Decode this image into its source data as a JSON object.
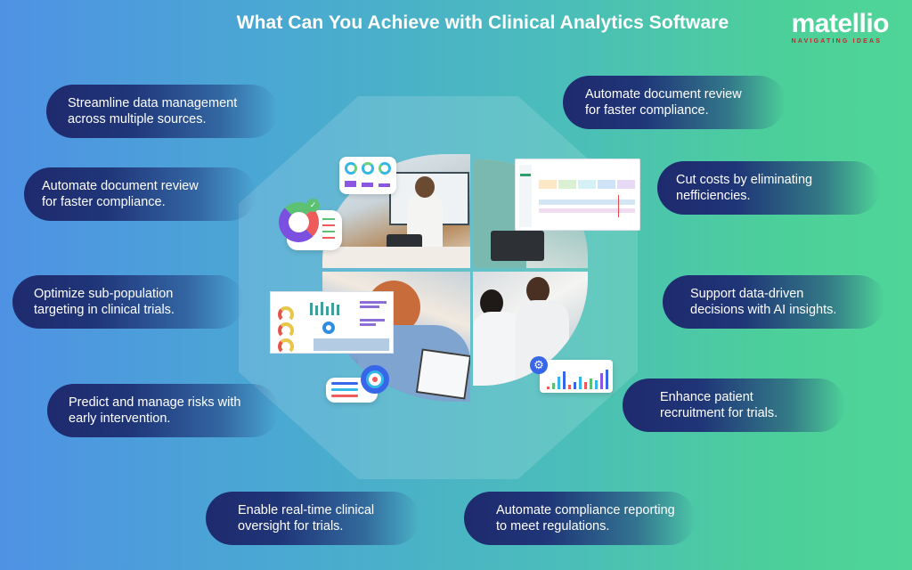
{
  "header": {
    "title": "What Can You Achieve with Clinical Analytics Software"
  },
  "logo": {
    "wordmark": "matellio",
    "tagline": "NAVIGATING IDEAS",
    "accent_color": "#c0272d"
  },
  "colors": {
    "background_start": "#4f92e4",
    "background_end": "#4fd597",
    "pill": "#1f2a6e"
  },
  "benefits_left": [
    {
      "text": "Streamline data management\nacross multiple sources."
    },
    {
      "text": "Automate document review\nfor faster compliance."
    },
    {
      "text": "Optimize sub-population\ntargeting in clinical trials."
    },
    {
      "text": "Predict and manage risks with\nearly intervention."
    }
  ],
  "benefits_right": [
    {
      "text": "Automate document review\nfor faster compliance."
    },
    {
      "text": "Cut costs by eliminating\nnefficiencies."
    },
    {
      "text": "Support data-driven\ndecisions with AI insights."
    },
    {
      "text": "Enhance patient\nrecruitment for trials."
    }
  ],
  "benefits_bottom": [
    {
      "text": "Enable real-time clinical\noversight for trials."
    },
    {
      "text": "Automate compliance reporting\nto meet regulations."
    }
  ],
  "illustrations": {
    "center": "four-quadrant photo collage of clinicians using analytics dashboards",
    "icons": [
      "donut-chart-checklist-icon",
      "kpi-rings-card-icon",
      "target-list-icon",
      "settings-bar-chart-icon"
    ]
  }
}
